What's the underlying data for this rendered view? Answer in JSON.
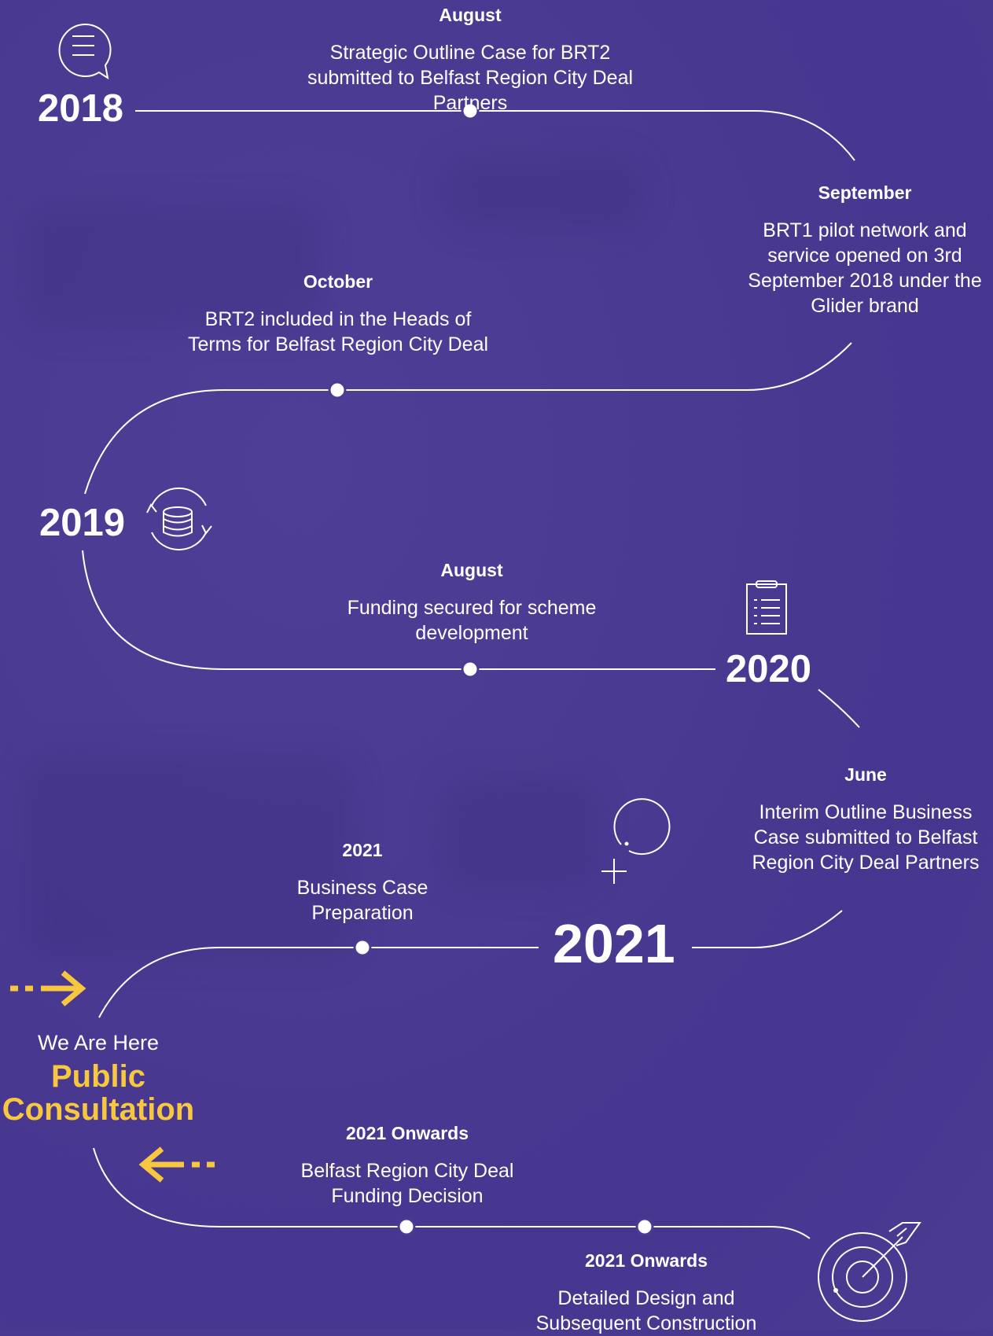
{
  "years": [
    "2018",
    "2019",
    "2020",
    "2021"
  ],
  "events": [
    {
      "heading": "August",
      "text": "Strategic Outline Case for BRT2 submitted to Belfast Region City Deal Partners"
    },
    {
      "heading": "September",
      "text": "BRT1 pilot network and service opened on 3rd September 2018 under the Glider brand"
    },
    {
      "heading": "October",
      "text": "BRT2 included in the Heads of Terms for Belfast Region City Deal"
    },
    {
      "heading": "August",
      "text": "Funding secured for scheme development"
    },
    {
      "heading": "June",
      "text": "Interim Outline Business Case submitted to Belfast Region City Deal Partners"
    },
    {
      "heading": "2021",
      "text": "Business Case Preparation"
    },
    {
      "heading": "2021 Onwards",
      "text": "Belfast Region City Deal Funding Decision"
    },
    {
      "heading": "2021 Onwards",
      "text": "Detailed Design and Subsequent Construction"
    }
  ],
  "marker": {
    "label": "We Are Here",
    "title": "Public Consultation"
  },
  "icons": [
    "chat-bubble-icon",
    "database-sync-icon",
    "clipboard-list-icon",
    "plus-circle-icon",
    "target-arrow-icon",
    "arrow-right-icon",
    "arrow-left-icon"
  ],
  "colors": {
    "background": "#4a3a91",
    "line": "#ffffff",
    "accent": "#f7c740"
  }
}
